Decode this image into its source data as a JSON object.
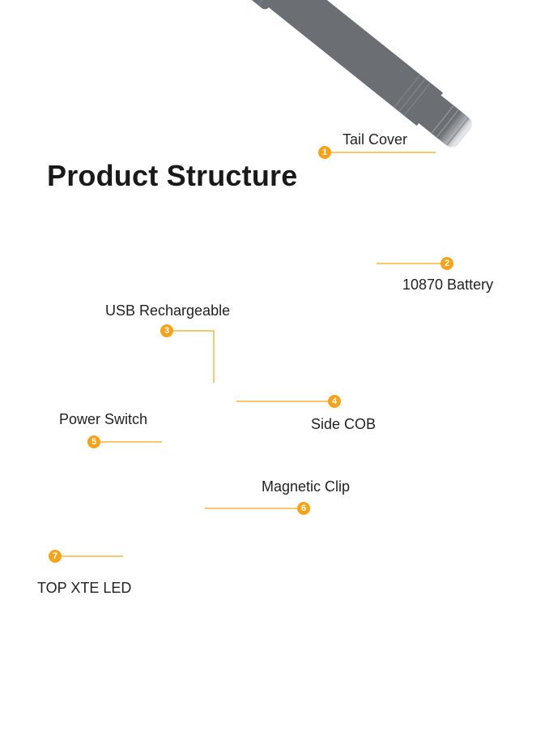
{
  "title": "Product Structure",
  "accent_color": "#f5a31a",
  "callouts": [
    {
      "number": "1",
      "label": "Tail Cover"
    },
    {
      "number": "2",
      "label": "10870 Battery"
    },
    {
      "number": "3",
      "label": "USB Rechargeable"
    },
    {
      "number": "4",
      "label": "Side COB"
    },
    {
      "number": "5",
      "label": "Power Switch"
    },
    {
      "number": "6",
      "label": "Magnetic Clip"
    },
    {
      "number": "7",
      "label": "TOP XTE LED"
    }
  ]
}
